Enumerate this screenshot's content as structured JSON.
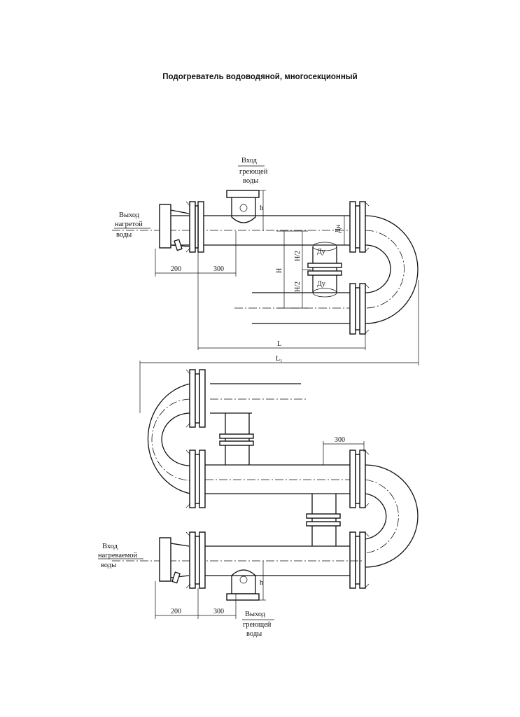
{
  "title": "Подогреватель водоводяной, многосекционный",
  "labels": {
    "in_heating_1": "Вход",
    "in_heating_2": "греющей",
    "in_heating_3": "воды",
    "out_heated_1": "Выход",
    "out_heated_2": "нагретой",
    "out_heated_3": "воды",
    "in_heated_1": "Вход",
    "in_heated_2": "нагреваемой",
    "in_heated_3": "воды",
    "out_heating_1": "Выход",
    "out_heating_2": "греющей",
    "out_heating_3": "воды"
  },
  "dims": {
    "d200_top": "200",
    "d300_top": "300",
    "h_top": "h",
    "dn_top": "Дн",
    "H": "Н",
    "H2_a": "Н/2",
    "H2_b": "Н/2",
    "du_a": "Ду",
    "du_b": "Ду",
    "L": "L",
    "L1": "L₁",
    "d300_mid": "300",
    "d200_bot": "200",
    "d300_bot": "300",
    "h_bot": "h"
  }
}
